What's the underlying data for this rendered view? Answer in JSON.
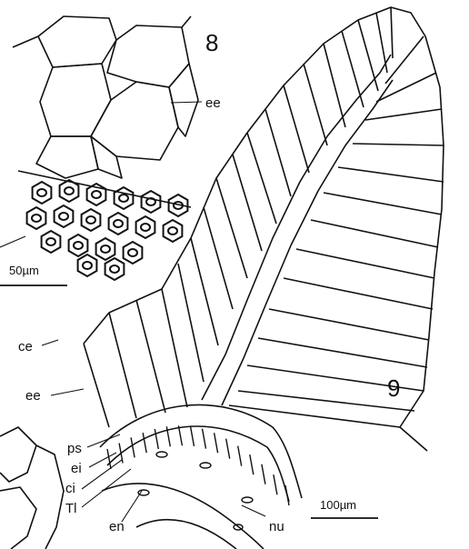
{
  "figures": {
    "fig8_number": "8",
    "fig9_number": "9"
  },
  "labels": {
    "ee_fig8": "ee",
    "ce": "ce",
    "ee_fig9": "ee",
    "ps": "ps",
    "ei": "ei",
    "ci": "ci",
    "tl": "Tl",
    "en": "en",
    "nu": "nu"
  },
  "scale_bars": {
    "fig8": "50µm",
    "fig9": "100µm"
  },
  "colors": {
    "ink": "#111111",
    "paper": "#ffffff"
  }
}
